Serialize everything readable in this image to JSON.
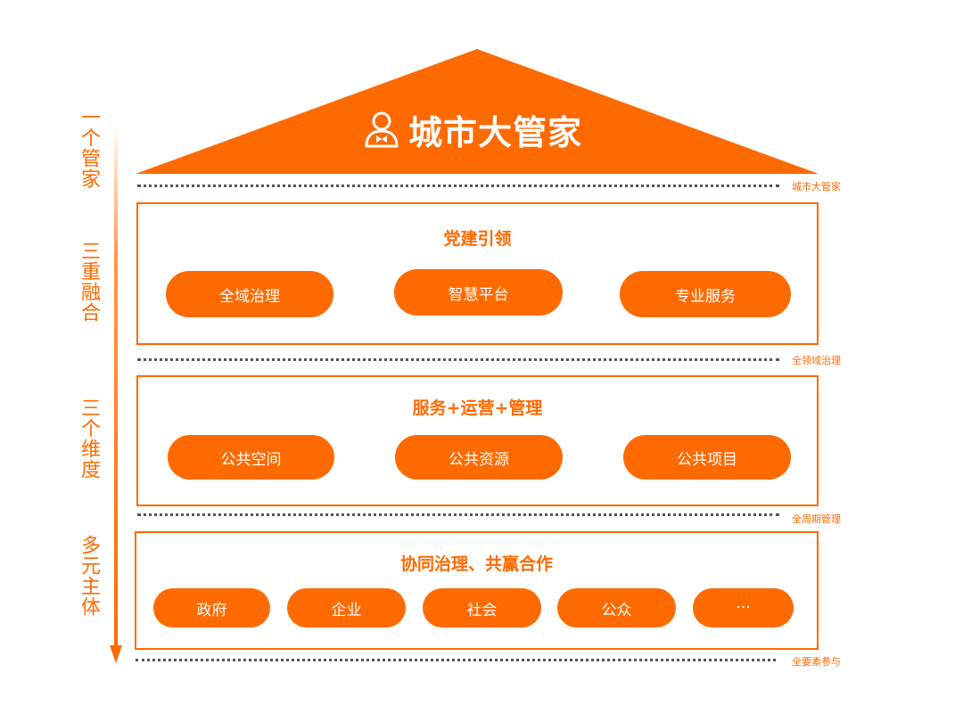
{
  "roof": {
    "title": "城市大管家"
  },
  "side_labels": [
    "一个管家",
    "三重融合",
    "三个维度",
    "多元主体"
  ],
  "separators": [
    "城市大管家",
    "全领域治理",
    "全周期管理",
    "全要素参与"
  ],
  "layers": [
    {
      "title": "党建引领",
      "items": [
        "全域治理",
        "智慧平台",
        "专业服务"
      ]
    },
    {
      "title": "服务+运营+管理",
      "items": [
        "公共空间",
        "公共资源",
        "公共项目"
      ]
    },
    {
      "title": "协同治理、共赢合作",
      "items": [
        "政府",
        "企业",
        "社会",
        "公众",
        "···"
      ]
    }
  ],
  "colors": {
    "accent": "#ff6a00",
    "separator": "#555555"
  }
}
